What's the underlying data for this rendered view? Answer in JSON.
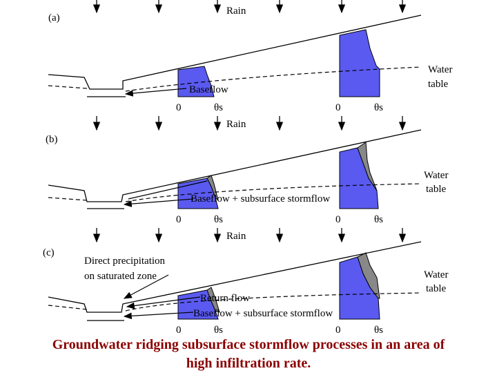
{
  "panels": [
    {
      "id": "a",
      "letter": "(a)",
      "rain_label": "Rain",
      "water_table_label": [
        "Water",
        "table"
      ],
      "flow_labels": [
        "Baseflow"
      ],
      "axis_left": [
        "0",
        "θs"
      ],
      "axis_right": [
        "0",
        "θs"
      ]
    },
    {
      "id": "b",
      "letter": "(b)",
      "rain_label": "Rain",
      "water_table_label": [
        "Water",
        "table"
      ],
      "flow_labels": [
        "Baseflow + subsurface stormflow"
      ],
      "axis_left": [
        "0",
        "θs"
      ],
      "axis_right": [
        "0",
        "θs"
      ]
    },
    {
      "id": "c",
      "letter": "(c)",
      "rain_label": "Rain",
      "water_table_label": [
        "Water",
        "table"
      ],
      "flow_labels": [
        "Return flow",
        "Baseflow + subsurface stormflow"
      ],
      "direct_precip_label": [
        "Direct precipitation",
        "on saturated zone"
      ],
      "axis_left": [
        "0",
        "θs"
      ],
      "axis_right": [
        "0",
        "θs"
      ]
    }
  ],
  "caption": [
    "Groundwater ridging subsurface stormflow processes in an area of",
    "high infiltration rate."
  ],
  "colors": {
    "saturated_zone": "#5a5af0",
    "ridge": "#888888",
    "caption": "#8b0000"
  }
}
